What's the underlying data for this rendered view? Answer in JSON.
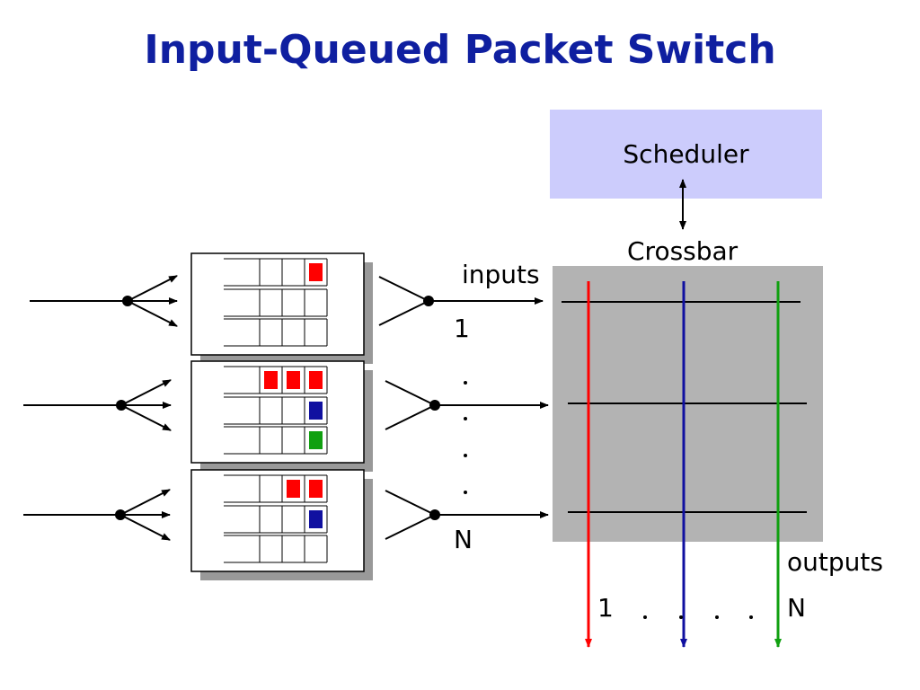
{
  "title": "Input-Queued Packet Switch",
  "scheduler": {
    "label": "Scheduler"
  },
  "crossbar": {
    "label": "Crossbar"
  },
  "inputs": {
    "label": "inputs",
    "first": "1",
    "last": "N"
  },
  "outputs": {
    "label": "outputs",
    "first": "1",
    "last": "N"
  },
  "colors": {
    "title": "#0f1fa0",
    "scheduler_fill": "#ccccfc",
    "crossbar_fill": "#b3b3b3",
    "red": "#ff0000",
    "blue": "#1010a0",
    "green": "#10a010",
    "line": "#000000"
  },
  "input_ports": [
    {
      "name": "input-1",
      "queues": [
        [
          "red"
        ],
        [],
        []
      ]
    },
    {
      "name": "input-2",
      "queues": [
        [
          "red",
          "red",
          "red"
        ],
        [
          "blue"
        ],
        [
          "green"
        ]
      ]
    },
    {
      "name": "input-N",
      "queues": [
        [
          "red",
          "red"
        ],
        [
          "blue"
        ],
        []
      ]
    }
  ],
  "output_lines": [
    "red",
    "blue",
    "green"
  ]
}
